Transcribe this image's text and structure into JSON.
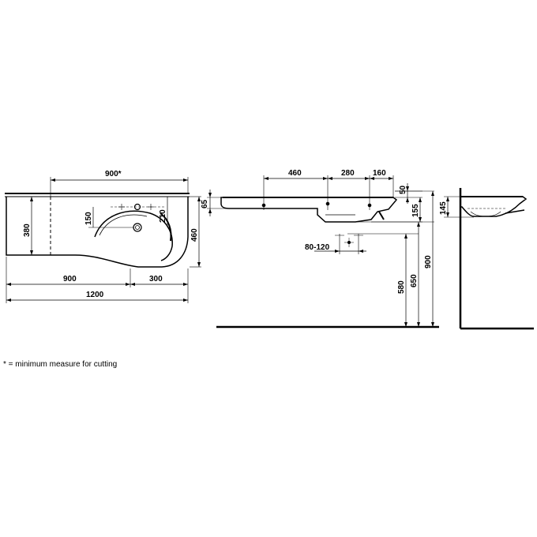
{
  "plan_view": {
    "dim_width_min": "900*",
    "dim_depth_left": "380",
    "dim_depth_total": "460",
    "dim_tap_offset_x": "150",
    "dim_tap_offset_y": "210",
    "dim_bottom_left": "900",
    "dim_bottom_right": "300",
    "dim_overall": "1200"
  },
  "front_view": {
    "dim_tap_1": "460",
    "dim_tap_2": "280",
    "dim_tap_3": "160",
    "dim_front_thickness": "65",
    "dim_top_thickness": "50",
    "dim_basin_depth": "155",
    "dim_fixing_spacing": "80-120",
    "dim_height_580": "580",
    "dim_height_650": "650",
    "dim_height_900": "900"
  },
  "side_view": {
    "dim_height": "145"
  },
  "footnote": "* = minimum measure for cutting"
}
